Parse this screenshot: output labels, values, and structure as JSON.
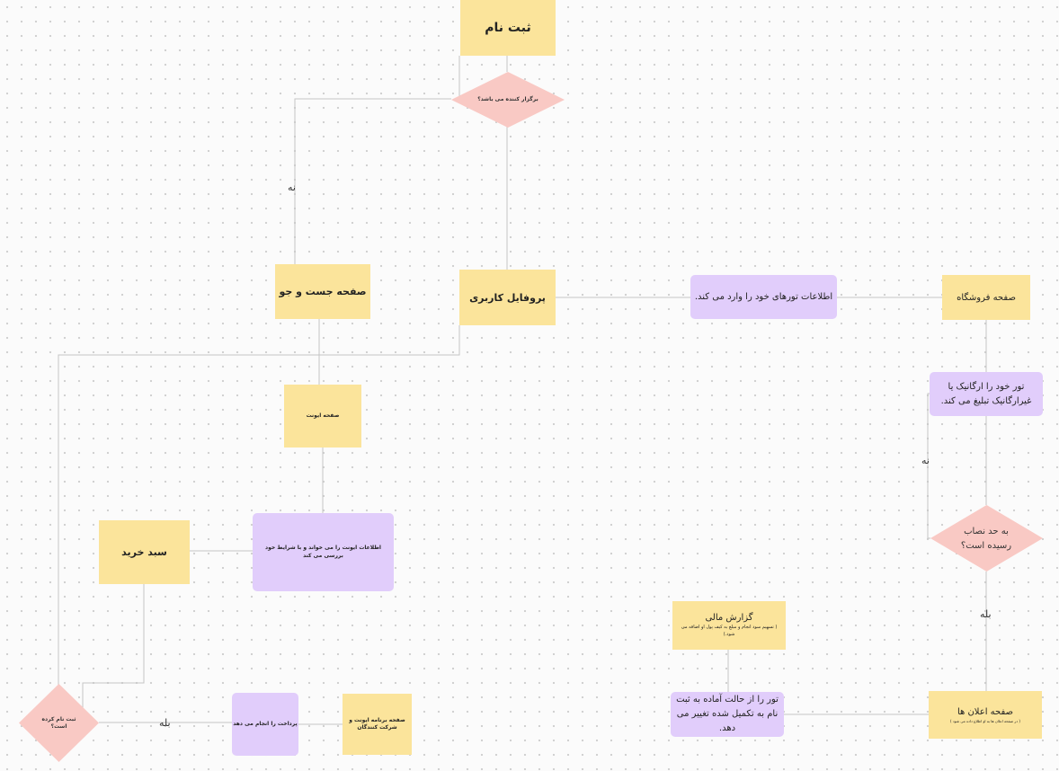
{
  "nodes": {
    "signup": "ثبت نام",
    "is_organizer": "برگزار کننده می باشد؟",
    "search_page": "صفحه جست و جو",
    "user_profile": "پروفایل کاربری",
    "enter_tours": "اطلاعات تورهای خود را وارد می کند.",
    "store_page": "صفحه فروشگاه",
    "advertise_tour": "تور خود را ارگانیک یا غیرارگانیک تبلیغ می کند.",
    "event_page": "صفحه ایونت",
    "read_event_info": "اطلاعات ایونت را می خواند و با شرایط خود بررسی می کند",
    "cart": "سبد خرید",
    "threshold_reached": "به حد نصاب رسیده است؟",
    "financial_report": "گزارش مالی",
    "financial_report_note": "( تسهیم سود انجام و مبلغ به کیف پول او اضافه می شود.)",
    "is_registered": "ثبت نام کرده است؟",
    "payment": "پرداخت را انجام می دهد",
    "program_page": "صفحه برنامه ایونت و شرکت کنندگان",
    "tour_status_change": "تور را از حالت آماده به ثبت نام به تکمیل شده تغییر می دهد.",
    "ads_page": "صفحه اعلان ها",
    "ads_page_note": "( در صفحه اعلان ها به او اطلاع داده می شود )"
  },
  "edge_labels": {
    "no_left": "نه",
    "no_right": "نه",
    "yes_right": "بله",
    "yes_bottom": "بله"
  },
  "colors": {
    "process": "#fbe49b",
    "input": "#e1cdfb",
    "decision": "#f9c9c4",
    "connector": "#c4c4c4"
  }
}
